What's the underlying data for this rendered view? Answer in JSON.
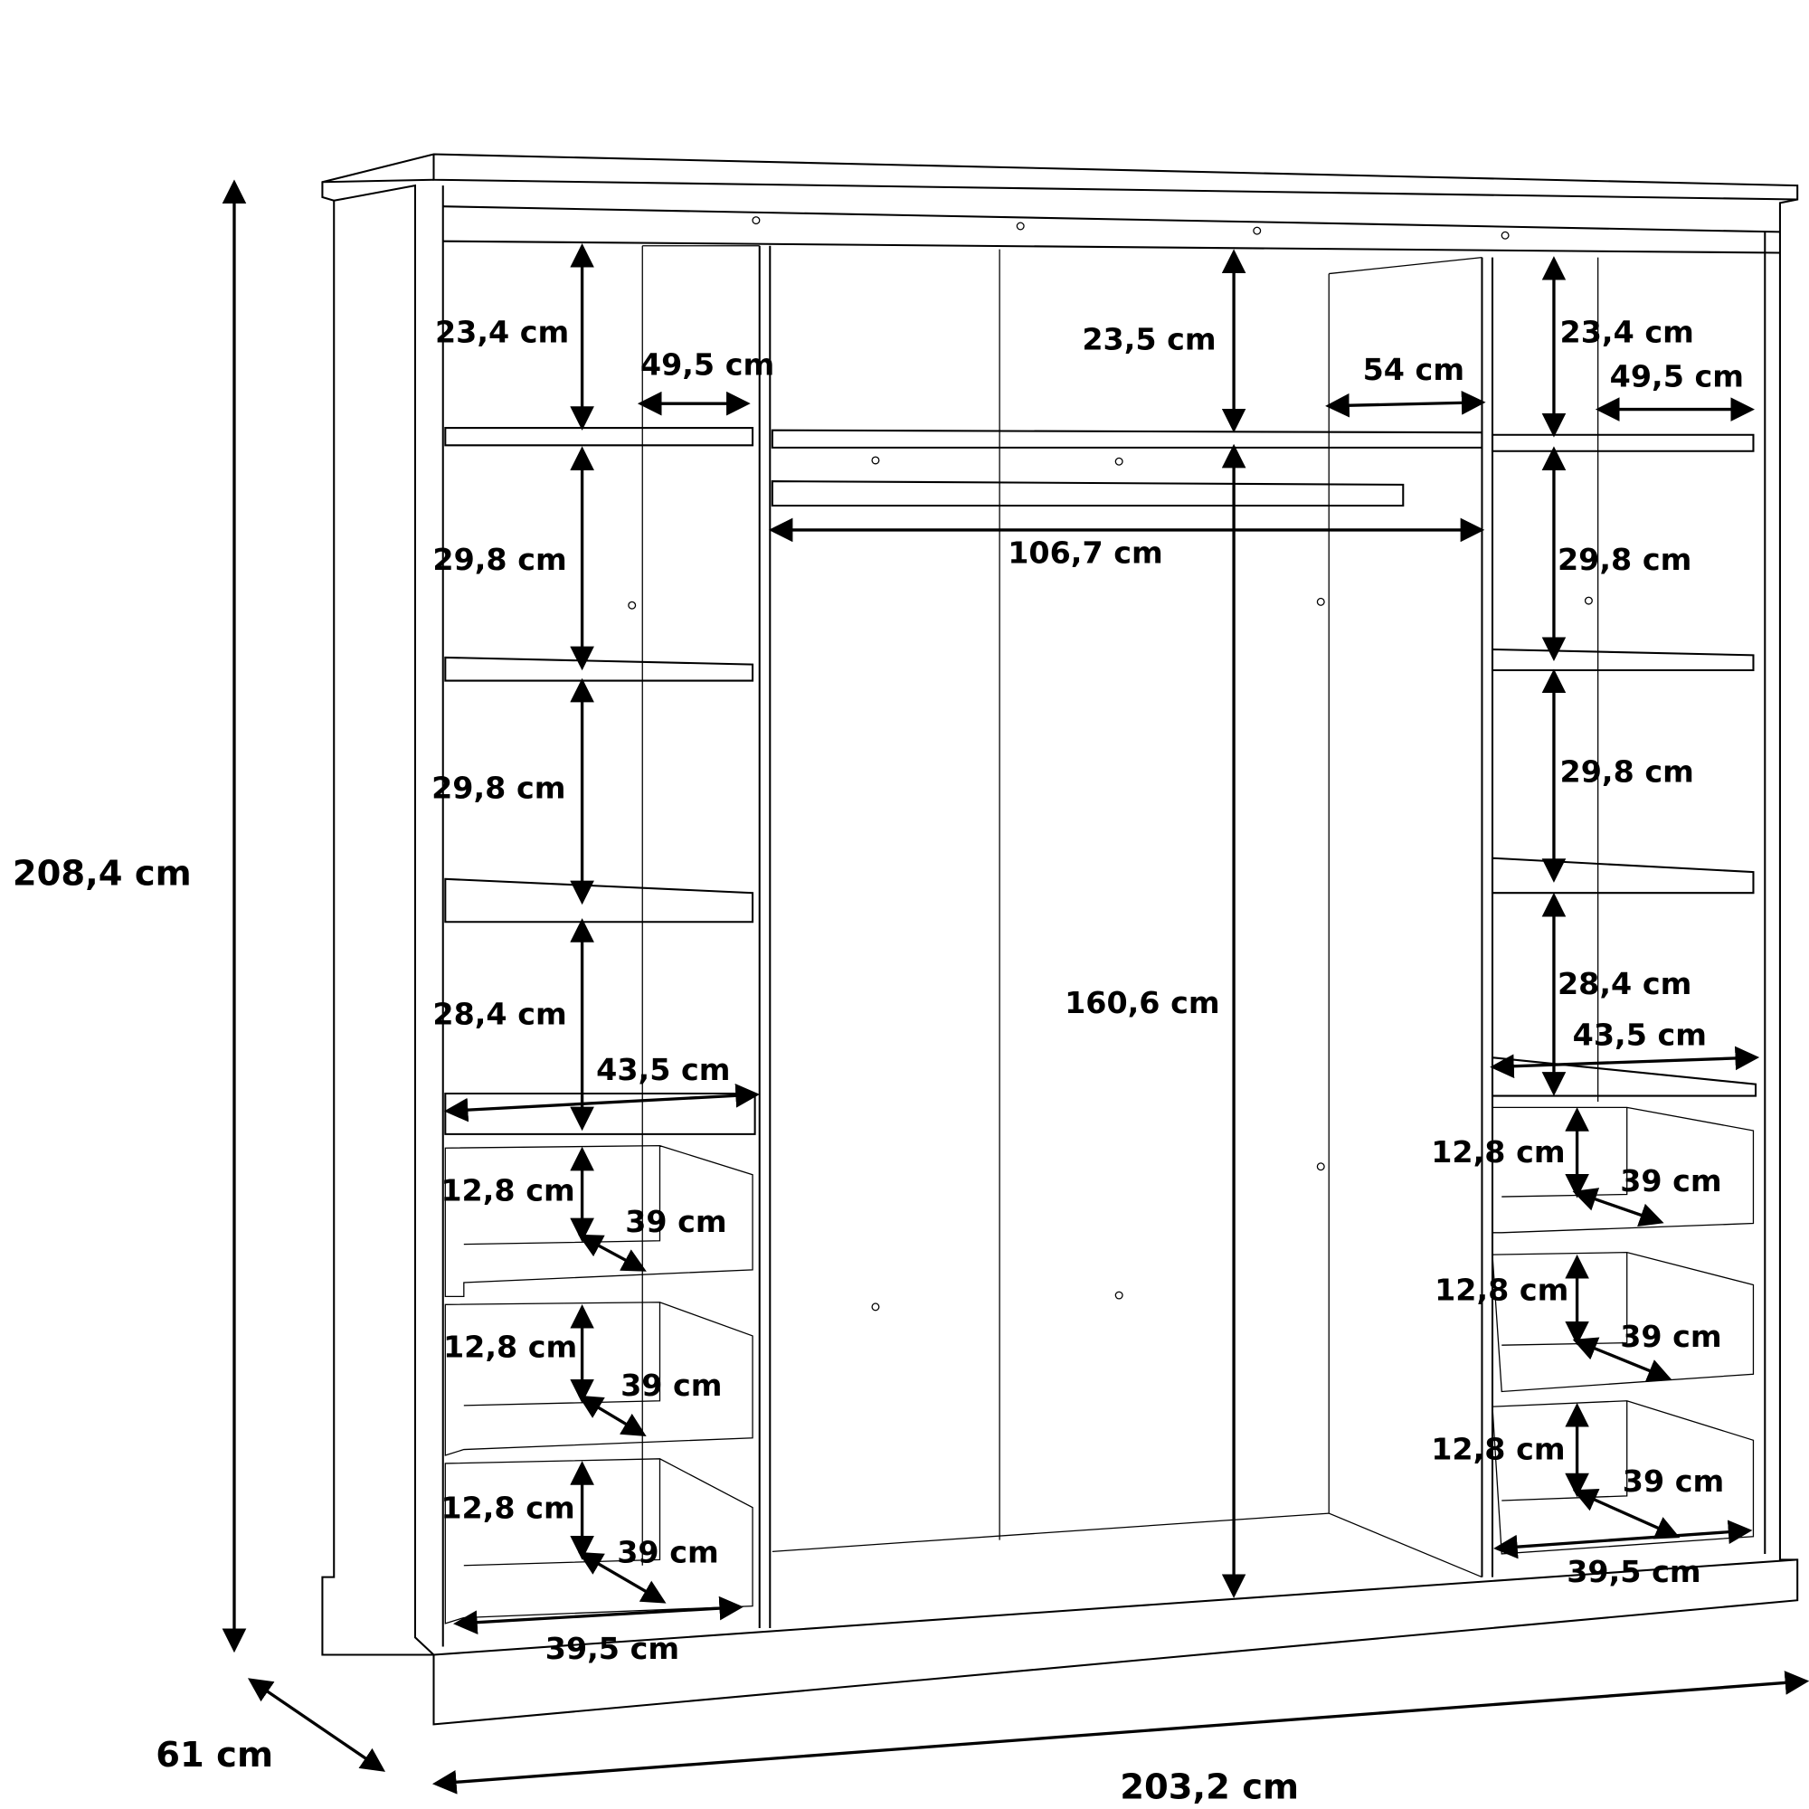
{
  "overall": {
    "height": "208,4 cm",
    "depth": "61 cm",
    "width": "203,2 cm"
  },
  "left_section": {
    "top_height": "23,4 cm",
    "top_depth": "49,5 cm",
    "shelf_heights": [
      "29,8 cm",
      "29,8 cm",
      "28,4 cm"
    ],
    "lower_depth": "43,5 cm",
    "drawers": [
      {
        "height": "12,8 cm",
        "depth": "39 cm"
      },
      {
        "height": "12,8 cm",
        "depth": "39 cm"
      },
      {
        "height": "12,8 cm",
        "depth": "39 cm"
      }
    ],
    "drawer_width": "39,5 cm"
  },
  "middle_section": {
    "top_height": "23,5 cm",
    "rail_width": "106,7 cm",
    "hanging_height": "160,6 cm",
    "depth": "54 cm"
  },
  "right_section": {
    "top_height": "23,4 cm",
    "top_depth": "49,5 cm",
    "shelf_heights": [
      "29,8 cm",
      "29,8 cm",
      "28,4 cm"
    ],
    "lower_depth": "43,5 cm",
    "drawers": [
      {
        "height": "12,8 cm",
        "depth": "39 cm"
      },
      {
        "height": "12,8 cm",
        "depth": "39 cm"
      },
      {
        "height": "12,8 cm",
        "depth": "39 cm"
      }
    ],
    "drawer_width": "39,5 cm"
  }
}
